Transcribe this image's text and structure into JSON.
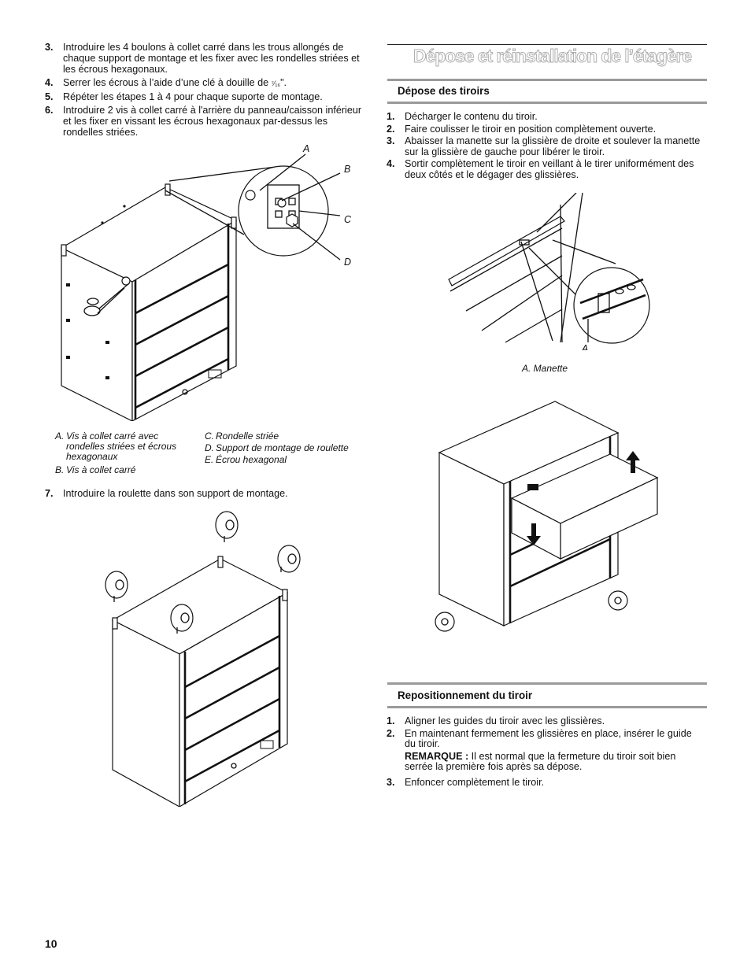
{
  "left": {
    "steps_a": [
      {
        "num": "3.",
        "text": "Introduire les 4 boulons à collet carré dans les trous allongés de chaque support de montage et les fixer avec les rondelles striées et les écrous hexagonaux."
      },
      {
        "num": "4.",
        "text_before": "Serrer les écrous à l’aide d’une clé à douille de ",
        "frac": "⁷⁄₁₆",
        "text_after": "\"."
      },
      {
        "num": "5.",
        "text": "Répéter les étapes 1 à 4 pour chaque suporte de montage."
      },
      {
        "num": "6.",
        "text": "Introduire 2 vis à collet carré à l'arrière du panneau/caisson inférieur et les fixer en vissant les écrous hexagonaux par-dessus les rondelles striées."
      }
    ],
    "figure1_labels": {
      "a": "A",
      "b": "B",
      "c": "C",
      "d": "D"
    },
    "caption1": {
      "col1": [
        {
          "label": "A.",
          "text": "Vis à collet carré avec rondelles striées et écrous hexagonaux"
        },
        {
          "label": "B.",
          "text": "Vis à collet carré"
        }
      ],
      "col2": [
        {
          "label": "C.",
          "text": "Rondelle striée"
        },
        {
          "label": "D.",
          "text": "Support de montage de roulette"
        },
        {
          "label": "E.",
          "text": "Écrou hexagonal"
        }
      ]
    },
    "step7": {
      "num": "7.",
      "text": "Introduire la roulette dans son support de montage."
    }
  },
  "right": {
    "title": "Dépose et réinstallation de l’étagère",
    "section1": {
      "heading": "Dépose des tiroirs",
      "steps": [
        {
          "num": "1.",
          "text": "Décharger le contenu du tiroir."
        },
        {
          "num": "2.",
          "text": "Faire coulisser le tiroir en position complètement ouverte."
        },
        {
          "num": "3.",
          "text": "Abaisser la manette sur la glissière de droite et soulever la manette sur la glissière de gauche pour libérer le tiroir."
        },
        {
          "num": "4.",
          "text": "Sortir complètement le tiroir en veillant à le tirer uniformément des deux côtés et le dégager des glissières."
        }
      ],
      "figure_label": "A",
      "figure_caption": "A. Manette"
    },
    "section2": {
      "heading": "Repositionnement du tiroir",
      "steps": [
        {
          "num": "1.",
          "text": "Aligner les guides du tiroir avec les glissières."
        },
        {
          "num": "2.",
          "text": "En maintenant fermement les glissières en place, insérer le guide du tiroir.",
          "note_label": "REMARQUE :",
          "note_text": " Il est normal que la fermeture du tiroir soit bien serrée la première fois après sa dépose."
        },
        {
          "num": "3.",
          "text": "Enfoncer complètement le tiroir."
        }
      ]
    }
  },
  "page_number": "10"
}
